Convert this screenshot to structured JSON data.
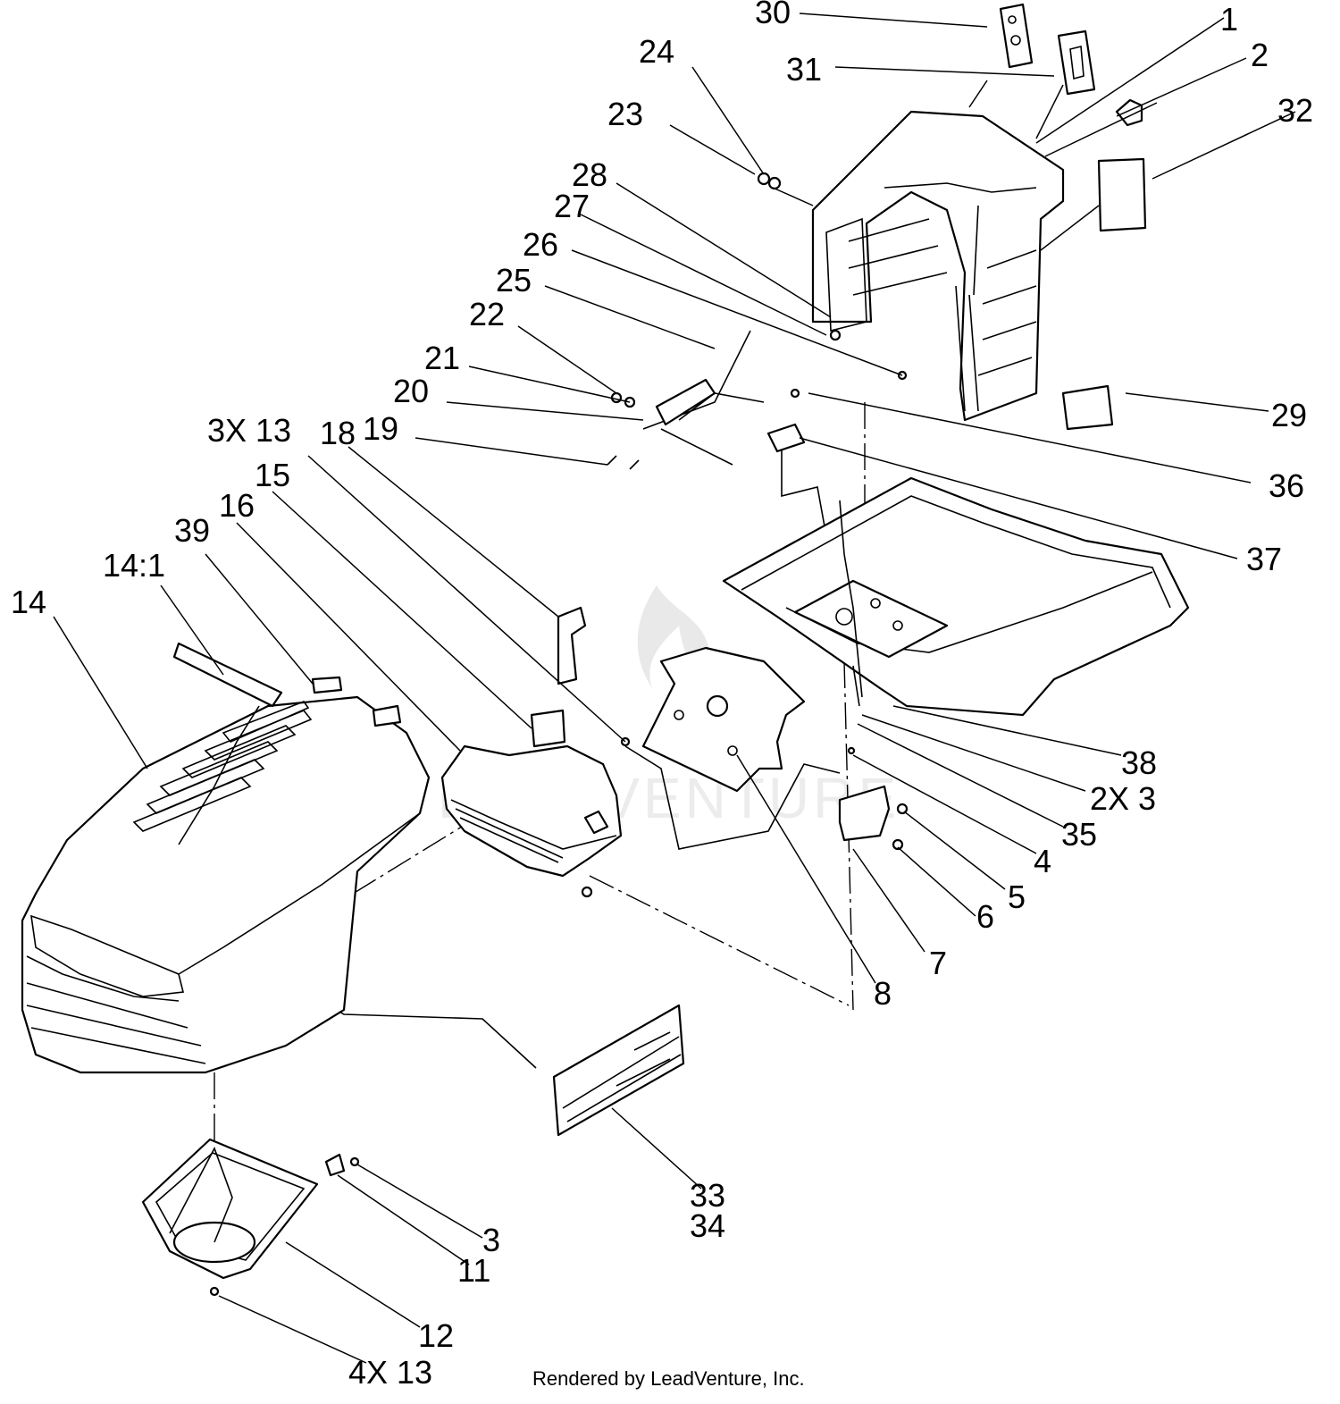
{
  "diagram": {
    "callouts": [
      "30",
      "31",
      "1",
      "2",
      "32",
      "24",
      "23",
      "28",
      "27",
      "26",
      "25",
      "22",
      "21",
      "20",
      "3X 13",
      "18",
      "19",
      "29",
      "36",
      "37",
      "15",
      "16",
      "39",
      "14:1",
      "14",
      "38",
      "2X 3",
      "35",
      "4",
      "5",
      "6",
      "7",
      "8",
      "33",
      "34",
      "3",
      "11",
      "12",
      "4X 13"
    ],
    "watermark_text": "LEADVENTURE",
    "credit": "Rendered by LeadVenture, Inc."
  }
}
